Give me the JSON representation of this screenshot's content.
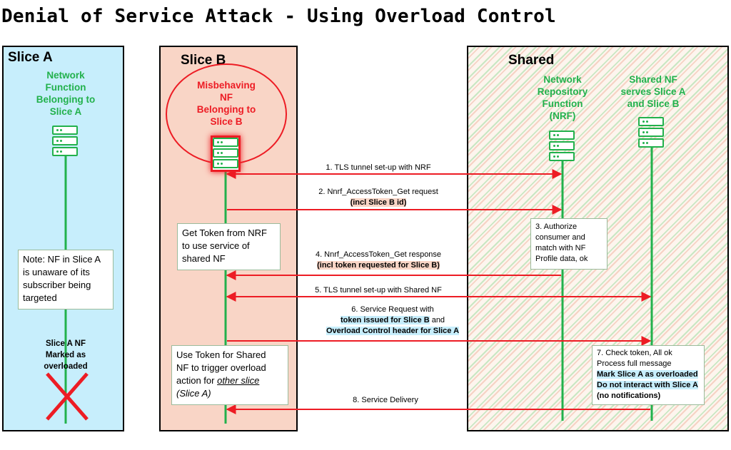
{
  "title": "Denial of Service Attack - Using Overload Control",
  "slice_a": {
    "title": "Slice A",
    "nf_label": "Network\nFunction\nBelonging to\nSlice A",
    "note": "Note: NF in Slice A\nis unaware of its\nsubscriber being\ntargeted",
    "status": "Slice A NF\nMarked as\noverloaded"
  },
  "slice_b": {
    "title": "Slice B",
    "nf_label": "Misbehaving\nNF\nBelonging to\nSlice B",
    "note1": "Get Token from NRF\nto use service of\nshared NF",
    "note2_a": "Use Token for Shared\nNF to trigger overload\naction for ",
    "note2_u": "other slice",
    "note2_b": "(Slice A)"
  },
  "shared": {
    "title": "Shared",
    "nrf_label": "Network\nRepository\nFunction\n(NRF)",
    "nf_label": "Shared NF\nserves Slice A\nand Slice B",
    "note3": "3. Authorize\nconsumer and\nmatch with NF\nProfile data, ok",
    "note7_line1": "7. Check token, All ok",
    "note7_line2": "Process full message",
    "note7_line3": "Mark Slice A as overloaded",
    "note7_line4": "Do not interact with Slice A",
    "note7_line5": "(no notifications)"
  },
  "messages": {
    "m1": "1. TLS tunnel set-up with NRF",
    "m2": "2. Nnrf_AccessToken_Get request",
    "m2b": "(incl Slice B id)",
    "m4": "4. Nnrf_AccessToken_Get response",
    "m4b": "(incl token requested for Slice B)",
    "m5": "5. TLS tunnel set-up with Shared NF",
    "m6": "6. Service Request with",
    "m6b": "token issued for Slice B",
    "m6and": " and",
    "m6c": "Overload Control header for Slice A",
    "m8": "8. Service Delivery"
  },
  "colors": {
    "slice_a_bg": "#c7eefc",
    "slice_b_bg": "#f9d5c6",
    "green": "#22b14c",
    "red": "#ed1c24"
  }
}
